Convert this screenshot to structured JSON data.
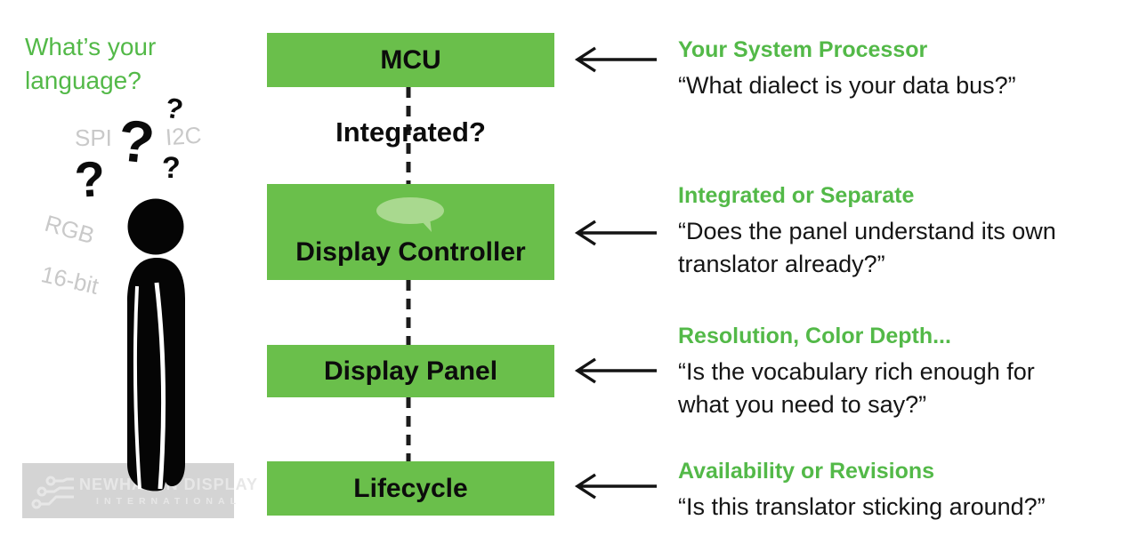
{
  "colors": {
    "box_green": "#6abf4b",
    "accent_text_green": "#53b948",
    "speech_bubble_green": "#a9d98f",
    "muted_gray_text": "#c9c9c9",
    "watermark_band": "#d4d4d4",
    "watermark_text": "#e7e7e7",
    "ink_black": "#0c0c0c"
  },
  "left_panel": {
    "headline_lines": [
      "What’s your",
      "language?"
    ],
    "terms": {
      "spi": "SPI",
      "i2c": "I2C",
      "rgb": "RGB",
      "bit16": "16-bit"
    },
    "question_marks": {
      "qm1": "?",
      "qm2": "?",
      "qm3": "?",
      "qm4": "?"
    },
    "logo": {
      "line1": "NEWHAVEN DISPLAY",
      "line2": "INTERNATIONAL"
    }
  },
  "flow": {
    "connector_label": "Integrated?",
    "boxes": [
      {
        "label": "MCU"
      },
      {
        "label": "Display Controller",
        "icon": "speech-bubble"
      },
      {
        "label": "Display Panel"
      },
      {
        "label": "Lifecycle"
      }
    ]
  },
  "annotations": [
    {
      "heading": "Your System Processor",
      "quote_lines": [
        "“What dialect is your data bus?”"
      ]
    },
    {
      "heading": "Integrated or Separate",
      "quote_lines": [
        "“Does the panel understand its own",
        "translator already?”"
      ]
    },
    {
      "heading": "Resolution, Color Depth...",
      "quote_lines": [
        "“Is the vocabulary rich enough for",
        "what you need to say?”"
      ]
    },
    {
      "heading": "Availability or Revisions",
      "quote_lines": [
        "“Is this translator sticking around?”"
      ]
    }
  ]
}
